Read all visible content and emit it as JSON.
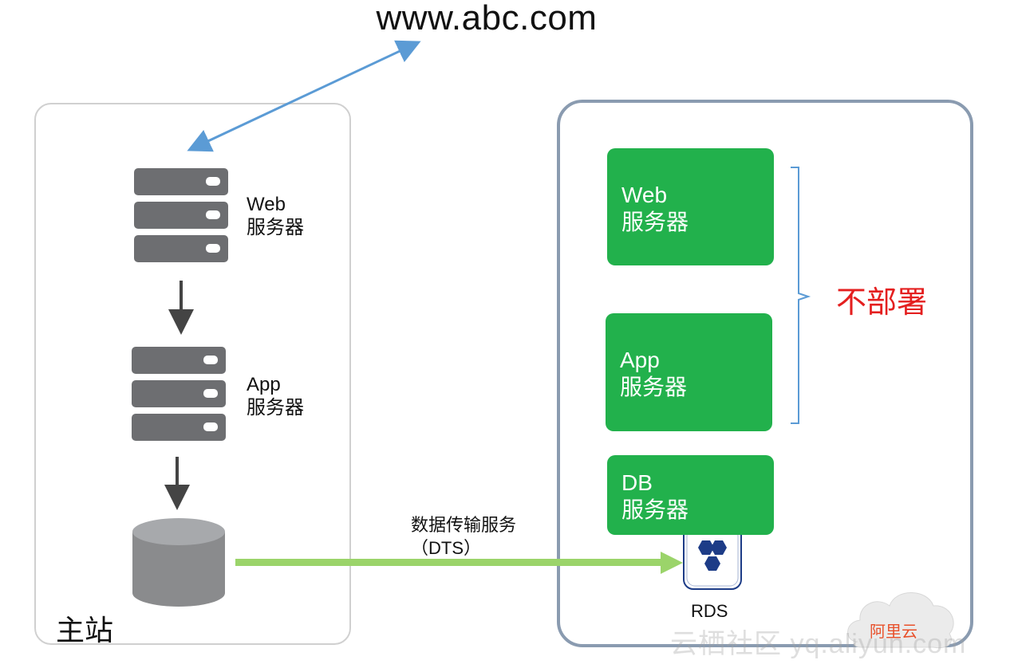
{
  "url": "www.abc.com",
  "main_site": {
    "title": "主站",
    "web": {
      "line1": "Web",
      "line2": "服务器"
    },
    "app": {
      "line1": "App",
      "line2": "服务器"
    }
  },
  "cloud_site": {
    "web": {
      "line1": "Web",
      "line2": "服务器"
    },
    "app": {
      "line1": "App",
      "line2": "服务器"
    },
    "db": {
      "line1": "DB",
      "line2": "服务器"
    },
    "not_deployed": "不部署",
    "rds_label": "RDS",
    "cloud_brand": "阿里云"
  },
  "dts": {
    "line1": "数据传输服务",
    "line2": "（DTS）"
  },
  "watermark": "云栖社区 yq.aliyun.com",
  "colors": {
    "green_box": "#22b14c",
    "arrow_blue": "#5b9bd5",
    "arrow_green": "#9bd46a",
    "red_text": "#e41f1f",
    "server_gray": "#6d6e71",
    "cloud_border": "#8a9bb0"
  }
}
